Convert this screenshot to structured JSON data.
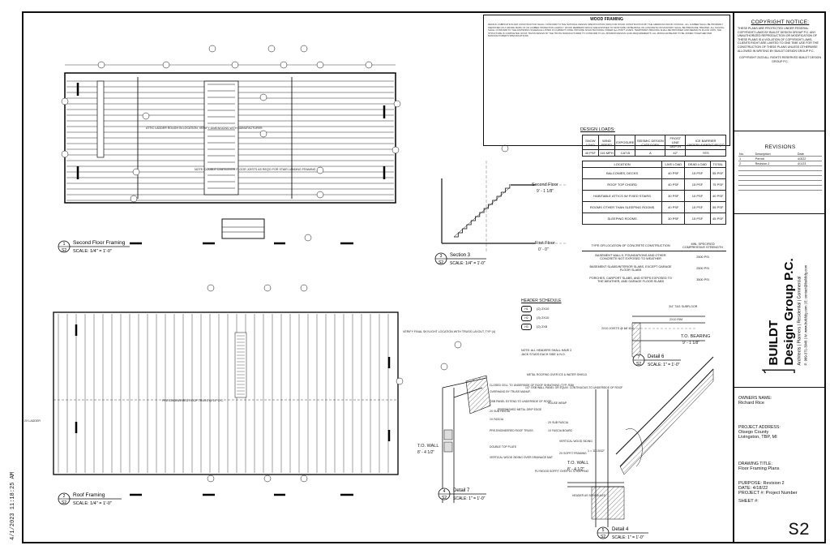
{
  "side_stamp": "4/1/2023 11:18:25 AM",
  "copyright": {
    "title": "COPYRIGHT NOTICE:",
    "body": "THESE PLANS ARE PROTECTED UNDER FEDERAL COPYRIGHT LAWS BY BUILDT DESIGN GROUP P.C. ANY UNAUTHORIZED REPRODUCTION OR MODIFICATION OF THESE PLANS IS A VIOLATION OF COPYRIGHT LAWS. CLIENTS RIGHT ARE LIMITED TO ONE TIME USE FOR THE CONSTRUCTION OF THESE PLANS UNLESS OTHERWISE ALLOWED IN WRITING BY BUILDT DESIGN GROUP P.C.",
    "footer": "COPYRIGHT 2023 ALL RIGHTS RESERVED BUILDT DESIGN GROUP P.C."
  },
  "revisions": {
    "title": "REVISIONS",
    "headers": [
      "No.",
      "Description",
      "Date"
    ],
    "rows": [
      [
        "1",
        "Permit",
        "4/3/22"
      ],
      [
        "2",
        "Revision 2",
        "4/1/23"
      ]
    ]
  },
  "logo": {
    "name1": "BUILDT",
    "name2": "Design Group P.C.",
    "tagline": "Architects | Planners | Residential | Commercial",
    "contact": "P: 989-371-3948 | W: www.buildtdg.com | E: contact@buildtdg.com"
  },
  "owner": {
    "label": "OWNERS NAME:",
    "value": "Richard Rice"
  },
  "project": {
    "label": "PROJECT ADDRESS:",
    "line1": "Otsego County",
    "line2": "Livingston, TBP, MI"
  },
  "drawing": {
    "label": "DRAWING TITLE:",
    "value": "Floor Framing Plans"
  },
  "purpose": {
    "label": "PURPOSE:",
    "value": "Revision 2"
  },
  "date": {
    "label": "DATE:",
    "value": "4/18/22"
  },
  "project_no": {
    "label": "PROJECT #:",
    "value": "Project Number"
  },
  "sheet": {
    "label": "SHEET #:",
    "value": "S2"
  },
  "wood_framing": {
    "title": "WOOD FRAMING",
    "text": "DESIGN, FABRICATION AND CONSTRUCTION SHALL CONFORM TO THE NATIONAL DESIGN SPECIFICATION (NDS) FOR WOOD CONSTRUCTION BY THE AMERICAN WOOD COUNCIL. ALL LUMBER SHALL BE PROPERLY IDENTIFIED AS A GRADE MARK OF AN LUMBER INSPECTION AGENCY. WOOD MEMBERS WHICH ARE EXPOSED TO MOISTURE OR BEARING ON CONCRETE OR MASONRY SHALL BE PRESSURE TREATED. ALL NAILING SHALL CONFORM TO THE FASTENING SCHEDULE LISTED IN CURRENT CODE. PROVIDE SOLID BLOCKING UNDER ALL POINT LOADS. TEMPORARY BRACING SHALL BE PROVIDED AND REMAIN IN PLACE UNTIL THE STRUCTURE IS COMPLETED. ROOF TRUSS DESIGN BY THE TRUSS MANUFACTURER TO CONFORM TO ALL MINIMUM DESIGN LOAD REQUIREMENTS. ALL MODULAR BEAMS TO BE JOINED TOGETHER PER MANUFACTURER'S SPECIFICATIONS."
  },
  "design_loads": {
    "title": "DESIGN LOADS:",
    "head1": [
      "SNOW LOAD",
      "WIND SPEED",
      "EXPOSURE",
      "SEISMIC DESIGN CATEGORY",
      "FROST LINE DEPTH",
      "ICE BARRIER UNDERLAYMENT REQ'D"
    ],
    "row1": [
      "40 PSF",
      "115 MPH",
      "CAT-B",
      "A",
      "42\"",
      "YES"
    ],
    "head2": [
      "LOCATION",
      "LIVE LOAD",
      "DEAD LOAD",
      "TOTAL"
    ],
    "rows": [
      [
        "BALCONIES, DECKS",
        "40 PSF",
        "15 PSF",
        "55 PSF"
      ],
      [
        "ROOF TOP CHORD",
        "40 PSF",
        "15 PSF",
        "75 PSF"
      ],
      [
        "HABITABLE ATTICS W/ FIXED STAIRS",
        "30 PSF",
        "10 PSF",
        "40 PSF"
      ],
      [
        "ROOMS OTHER THAN SLEEPING ROOMS",
        "40 PSF",
        "15 PSF",
        "55 PSF"
      ],
      [
        "SLEEPING ROOMS",
        "30 PSF",
        "15 PSF",
        "45 PSF"
      ]
    ]
  },
  "concrete": {
    "head": [
      "TYPE OR LOCATION OF CONCRETE CONSTRUCTION",
      "MIN. SPECIFIED COMPRESSIVE STRENGTH"
    ],
    "rows": [
      [
        "BASEMENT WALLS, FOUNDATIONS AND OTHER CONCRETE NOT EXPOSED TO WEATHER",
        "2500 PSI"
      ],
      [
        "BASEMENT SLABS/INTERIOR SLABS, EXCEPT GARAGE FLOOR SLABS",
        "2500 PSI"
      ],
      [
        "PORCHES, CARPORT SLABS, AND STEPS EXPOSED TO THE WEATHER, AND GARAGE FLOOR SLABS",
        "3500 PSI"
      ]
    ]
  },
  "header_schedule": {
    "title": "HEADER SCHEDULE",
    "rows": [
      [
        "H1",
        "(2) 2X10"
      ],
      [
        "H2",
        "(3) 2X10"
      ],
      [
        "H3",
        "(2) 2X8"
      ]
    ],
    "note": "NOTE: ALL HEADERS SHALL HAVE 2 JACK STUDS EACH SIDE U.N.O."
  },
  "views": {
    "v1": {
      "num": "1",
      "sheet": "S2",
      "title": "Second Floor Framing",
      "scale": "SCALE: 1/4\" = 1'-0\""
    },
    "v2": {
      "num": "2",
      "sheet": "S2",
      "title": "Roof Framing",
      "scale": "SCALE: 1/4\" = 1'-0\""
    },
    "v3": {
      "num": "3",
      "sheet": "S2",
      "title": "Section 3",
      "scale": "SCALE: 1/4\" = 1'-0\""
    },
    "v4": {
      "num": "4",
      "sheet": "S2",
      "title": "Detail 7",
      "scale": "SCALE: 1\" = 1'-0\""
    },
    "v5": {
      "num": "5",
      "sheet": "S2",
      "title": "Detail 4",
      "scale": "SCALE: 1\" = 1'-0\""
    },
    "v6": {
      "num": "7",
      "sheet": "S2",
      "title": "Detail 6",
      "scale": "SCALE: 1\" = 1'-0\""
    }
  },
  "annotations": {
    "attic_ladder": "ATTIC LADDER ROUGH IN LOCATION, VERIFY DIMENSIONS WITH MANUFACTURER",
    "cantilever": "NOTE: DOUBLE CANTILEVER FLOOR JOISTS AS REQ'D FOR STAIR LANDING FRAMING",
    "skylight": "VERIFY FINAL SKYLIGHT LOCATION WITH TRUSS LAYOUT, TYP (4)",
    "trusses": "PRE-ENGINEERED ROOF TRUSS @ 24\" O.C.",
    "ladder": "2X LADDER",
    "second_floor_elev": "Second Floor",
    "second_floor_val": "9' - 1 1/8\"",
    "first_floor_elev": "First Floor",
    "first_floor_val": "0' - 0\"",
    "tot_bearing": "T.O. BEARING",
    "tot_bearing_val": "9' - 1 1/8\"",
    "tot_wall": "T.O. WALL",
    "tot_wall_val": "8' - 4 1/2\"",
    "tot_wall2": "T.O. WALL",
    "tot_wall2_val": "8' - 4 1/2\"",
    "subfloor": "3/4\" T&G SUBFLOOR",
    "rim": "2X10 RIM",
    "joists": "2X10 JOISTS @ 16\" O.C.",
    "d7": [
      "CLOSED CELL TO UNDERSIDE OF ROOF SHEATHING (TYP. R38)",
      "OVERHANG BY TRUSS MANUF.",
      "OSB PANEL EXTEND TO UNDERSIDE OF ROOF",
      "2X SUB FASCIA",
      "1X FASCIA",
      "PRE-ENGINEERED ROOF TRUSS",
      "DOUBLE TOP PLATE",
      "VERTICAL WOOD SIDING OVER DRAINAGE MAT"
    ],
    "d4": [
      "METAL ROOFING OVER ICE & WATER SHIELD",
      "1/2\" OSB WALL PANEL OR EQUIV. CONTINUOUS TO UNDERSIDE OF ROOF",
      "HOUSE WRAP",
      "PREFINISHED METAL DRIP EDGE",
      "2X SUB FASCIA",
      "1X FASCIA BOARD",
      "VERTICAL WOOD SIDING",
      "2X SOFFIT FRAMING",
      "PLYWOOD SOFFIT OVER 1X STRAPPING",
      "HEADER AS SCHEDULED"
    ],
    "slope": "1 = 11 15/32\""
  }
}
